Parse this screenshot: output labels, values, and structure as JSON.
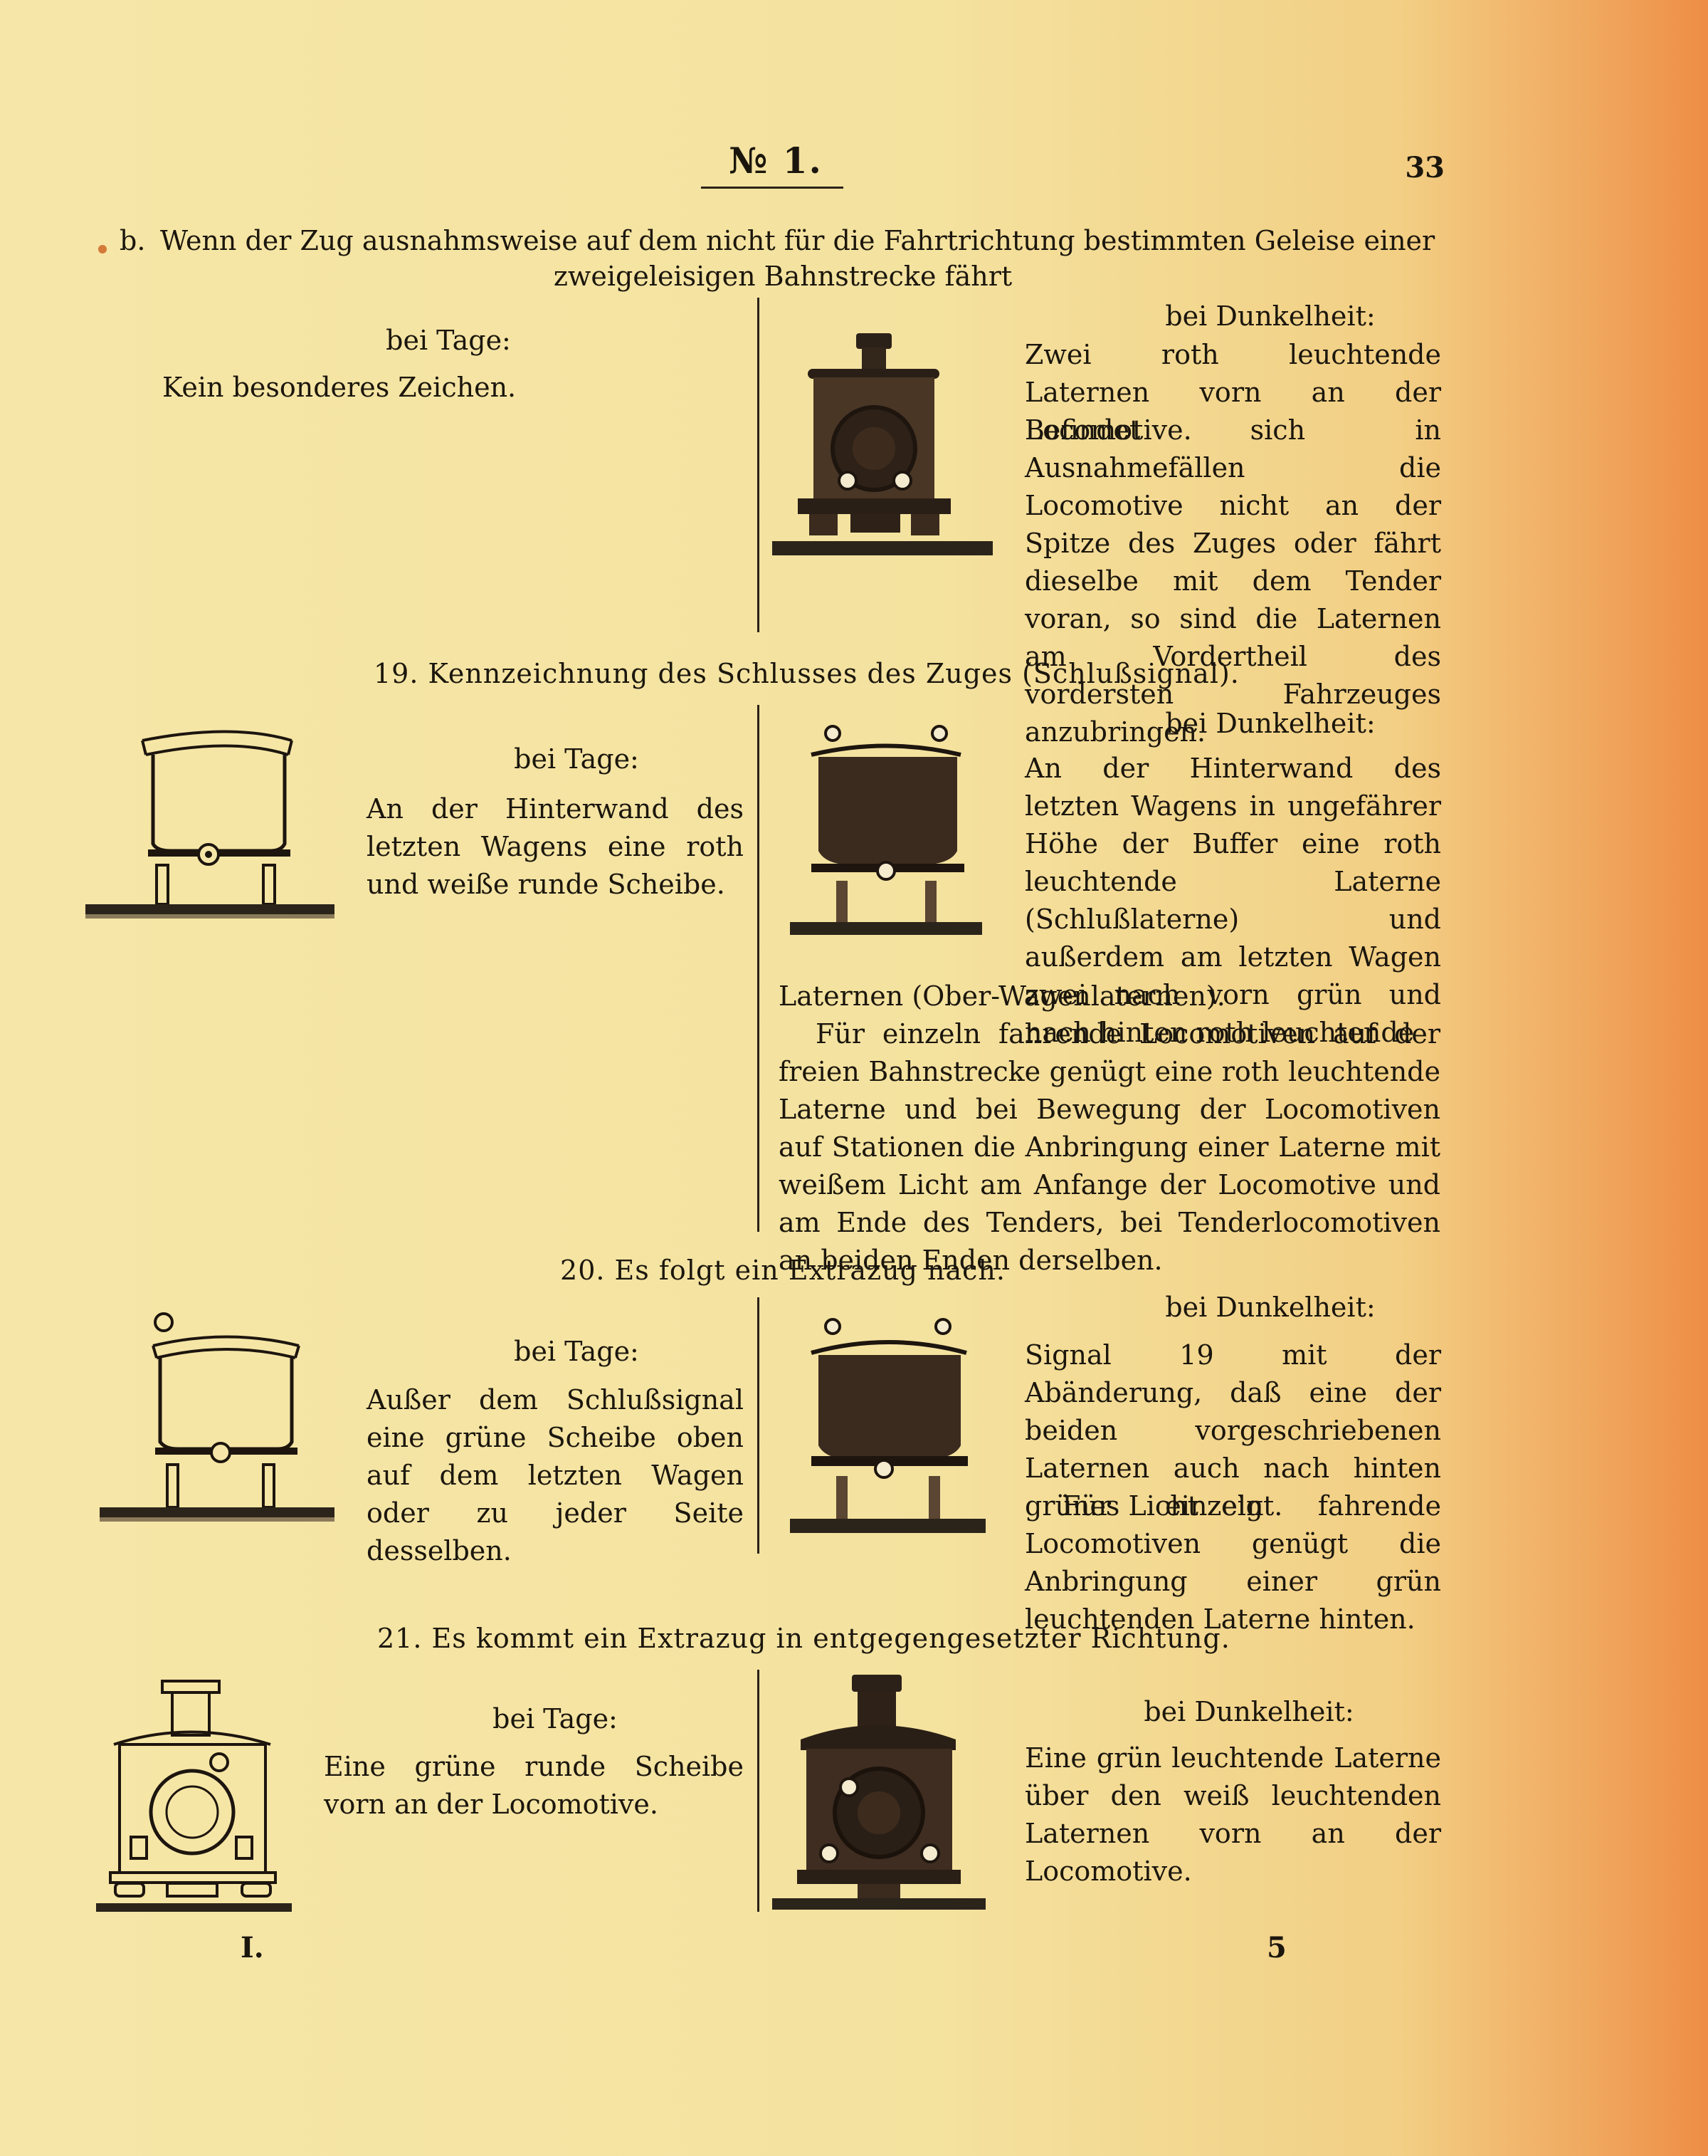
{
  "header": {
    "number": "№ 1.",
    "page": "33"
  },
  "section_b": {
    "label": "b.",
    "line1": "Wenn der Zug ausnahmsweise auf dem nicht für die Fahrtrichtung bestimmten Geleise einer",
    "line2": "zweigeleisigen Bahnstrecke fährt",
    "day_heading": "bei Tage:",
    "day_text": "Kein besonderes Zeichen.",
    "night_heading": "bei Dunkelheit:",
    "night_p1": "Zwei roth leuchtende Laternen vorn an der Locomotive.",
    "night_p2": "Befindet sich in Ausnahmefällen die Locomotive nicht an der Spitze des Zuges oder fährt dieselbe mit dem Tender voran, so sind die Laternen am Vordertheil des vordersten Fahrzeuges anzubringen."
  },
  "section_19": {
    "title": "19. Kennzeichnung des Schlusses des Zuges (Schlußsignal).",
    "day_heading": "bei Tage:",
    "day_text": "An der Hinterwand des letzten Wagens eine roth und weiße runde Scheibe.",
    "night_heading": "bei Dunkelheit:",
    "night_p1": "An der Hinterwand des letzten Wagens in ungefährer Höhe der Buffer eine roth leuchtende Laterne (Schlußlaterne) und außerdem am letzten Wagen zwei nach vorn grün und nach hinten roth leuchtende",
    "night_p1_cont": "Laternen (Ober-Wagenlaternen).",
    "night_p2": "Für einzeln fahrende Locomotiven auf der freien Bahnstrecke genügt eine roth leuchtende Laterne und bei Bewegung der Locomotiven auf Stationen die Anbringung einer Laterne mit weißem Licht am Anfange der Locomotive und am Ende des Tenders, bei Tenderlocomotiven an beiden Enden derselben."
  },
  "section_20": {
    "title": "20. Es folgt ein Extrazug nach.",
    "day_heading": "bei Tage:",
    "day_text": "Außer dem Schlußsignal eine grüne Scheibe oben auf dem letzten Wagen oder zu jeder Seite desselben.",
    "night_heading": "bei Dunkelheit:",
    "night_p1": "Signal 19 mit der Abänderung, daß eine der beiden vorgeschriebenen Laternen auch nach hinten grünes Licht zeigt.",
    "night_p2": "Für einzeln fahrende Locomotiven genügt die Anbringung einer grün leuchtenden Laterne hinten."
  },
  "section_21": {
    "title": "21. Es kommt ein Extrazug in entgegengesetzter Richtung.",
    "day_heading": "bei Tage:",
    "day_text": "Eine grüne runde Scheibe vorn an der Locomotive.",
    "night_heading": "bei Dunkelheit:",
    "night_p1": "Eine grün leuchtende Laterne über den weiß leuchtenden Laternen vorn an der Locomotive."
  },
  "footer": {
    "left": "I.",
    "right": "5"
  },
  "colors": {
    "paper": "#f6e7a8",
    "paper_edge": "#ee8d45",
    "ink": "#1b160d"
  }
}
